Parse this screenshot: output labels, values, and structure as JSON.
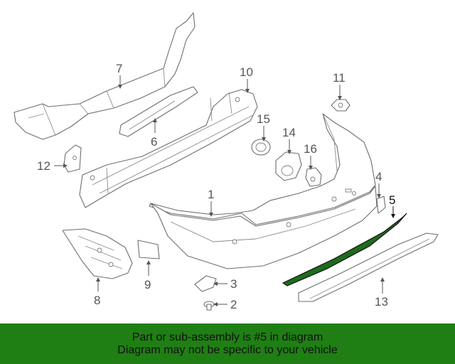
{
  "banner": {
    "line1": "Part or sub-assembly is #5 in diagram",
    "line2": "Diagram may not be specific to your vehicle",
    "background": "#1f7f14"
  },
  "diagram": {
    "highlight_color": "#1e6b1e",
    "highlighted_part": "5",
    "callouts": [
      "1",
      "2",
      "3",
      "4",
      "5",
      "6",
      "7",
      "8",
      "9",
      "10",
      "11",
      "12",
      "13",
      "14",
      "15",
      "16"
    ]
  }
}
